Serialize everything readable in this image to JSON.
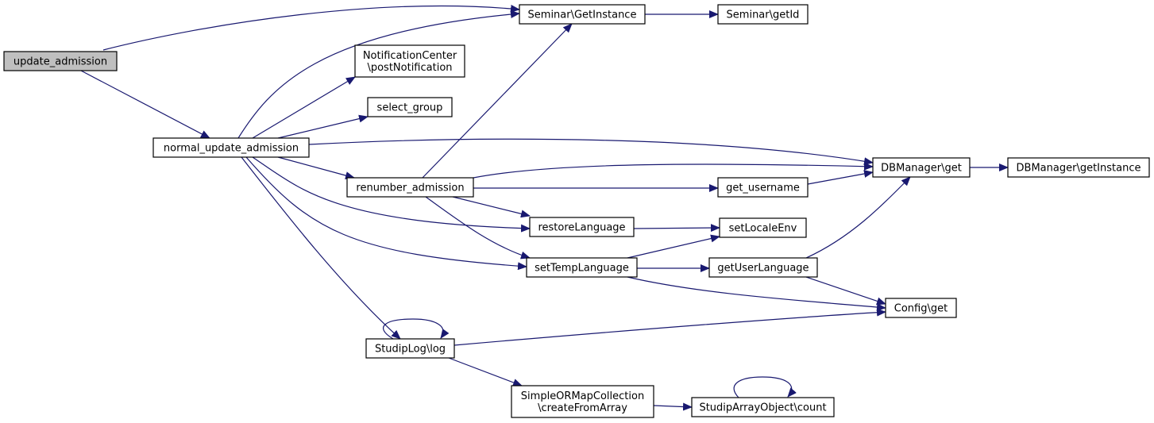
{
  "nodes": {
    "update_admission": "update_admission",
    "normal_update_admission": "normal_update_admission",
    "seminar_getinstance": "Seminar\\GetInstance",
    "seminar_getid": "Seminar\\getId",
    "notification_post": [
      "NotificationCenter",
      "\\postNotification"
    ],
    "select_group": "select_group",
    "dbmanager_get": "DBManager\\get",
    "dbmanager_getinstance": "DBManager\\getInstance",
    "renumber_admission": "renumber_admission",
    "get_username": "get_username",
    "restore_language": "restoreLanguage",
    "set_locale_env": "setLocaleEnv",
    "set_temp_language": "setTempLanguage",
    "get_user_language": "getUserLanguage",
    "config_get": "Config\\get",
    "studiplog_log": "StudipLog\\log",
    "simpleormap_create": [
      "SimpleORMapCollection",
      "\\createFromArray"
    ],
    "studiparray_count": "StudipArrayObject\\count"
  },
  "edges": [
    [
      "update_admission",
      "seminar_getinstance"
    ],
    [
      "update_admission",
      "normal_update_admission"
    ],
    [
      "normal_update_admission",
      "seminar_getinstance"
    ],
    [
      "normal_update_admission",
      "notification_post"
    ],
    [
      "normal_update_admission",
      "select_group"
    ],
    [
      "normal_update_admission",
      "dbmanager_get"
    ],
    [
      "normal_update_admission",
      "renumber_admission"
    ],
    [
      "normal_update_admission",
      "restore_language"
    ],
    [
      "normal_update_admission",
      "set_temp_language"
    ],
    [
      "normal_update_admission",
      "studiplog_log"
    ],
    [
      "seminar_getinstance",
      "seminar_getid"
    ],
    [
      "renumber_admission",
      "seminar_getinstance"
    ],
    [
      "renumber_admission",
      "dbmanager_get"
    ],
    [
      "renumber_admission",
      "get_username"
    ],
    [
      "renumber_admission",
      "restore_language"
    ],
    [
      "renumber_admission",
      "set_temp_language"
    ],
    [
      "dbmanager_get",
      "dbmanager_getinstance"
    ],
    [
      "get_username",
      "dbmanager_get"
    ],
    [
      "restore_language",
      "set_locale_env"
    ],
    [
      "set_temp_language",
      "set_locale_env"
    ],
    [
      "set_temp_language",
      "get_user_language"
    ],
    [
      "set_temp_language",
      "config_get"
    ],
    [
      "get_user_language",
      "dbmanager_get"
    ],
    [
      "get_user_language",
      "config_get"
    ],
    [
      "studiplog_log",
      "studiplog_log"
    ],
    [
      "studiplog_log",
      "config_get"
    ],
    [
      "studiplog_log",
      "simpleormap_create"
    ],
    [
      "simpleormap_create",
      "studiparray_count"
    ],
    [
      "studiparray_count",
      "studiparray_count"
    ]
  ],
  "colors": {
    "edge": "#191970",
    "root_fill": "#bfbfbf",
    "node_fill": "#ffffff",
    "node_border": "#000000"
  }
}
